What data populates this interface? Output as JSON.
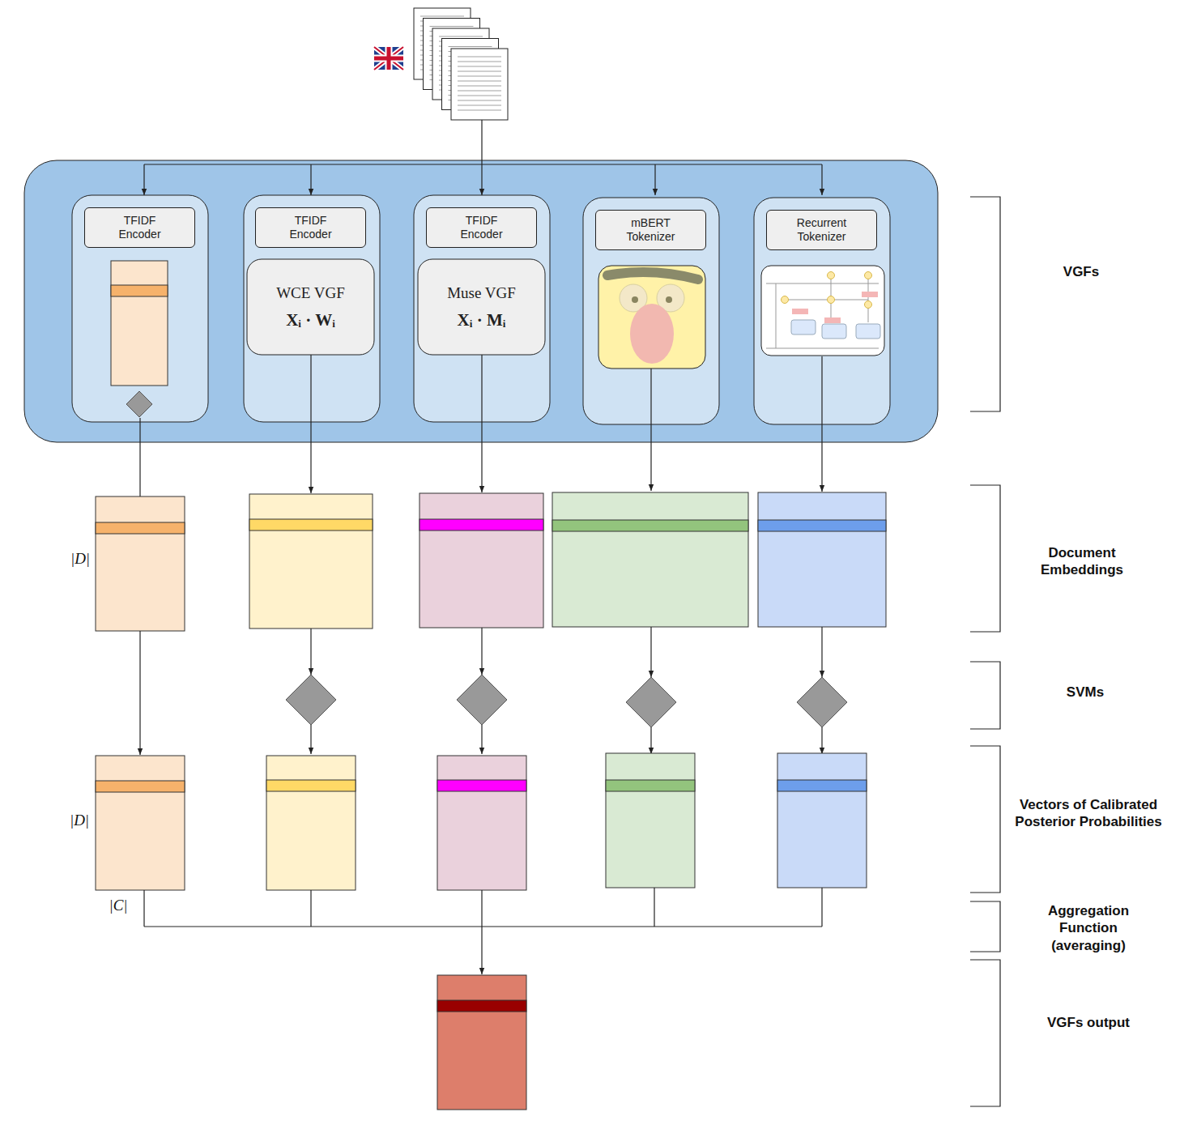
{
  "diagram": {
    "nodes": [
      {
        "text": [
          "TFIDF Encoder"
        ]
      },
      {
        "text": [
          "TFIDF Encoder"
        ]
      },
      {
        "text": [
          "TFIDF Encoder"
        ]
      },
      {
        "text": [
          "mBERT Tokenizer"
        ]
      },
      {
        "text": [
          "Recurrent Tokenizer"
        ]
      },
      {
        "text": [
          "WCE VGF",
          "Xᵢ · Wᵢ"
        ]
      },
      {
        "text": [
          "Muse VGF",
          "Xᵢ · Mᵢ"
        ]
      }
    ],
    "labels": [
      "VGFs",
      "Document Embeddings",
      "SVMs",
      "Vectors of Calibrated Posterior Probabilities",
      "Aggregation Function (averaging)",
      "VGFs output",
      "|D|",
      "|D|",
      "|C|"
    ]
  }
}
